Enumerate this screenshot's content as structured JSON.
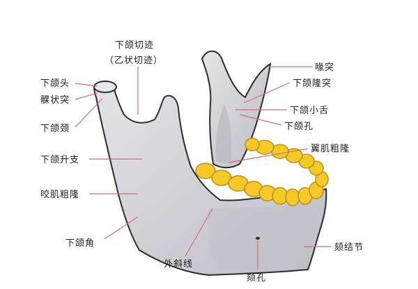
{
  "colors": {
    "bone_fill": "#d4d4d8",
    "bone_shadow": "#b9b9c0",
    "bone_stroke": "#2b2b2b",
    "teeth_fill": "#f6c929",
    "teeth_stroke": "#b8901a",
    "leader_line": "#d56a7c",
    "label_text": "#222222"
  },
  "labels": {
    "mandibular_notch": "下颌切迹",
    "mandibular_notch_alt": "（乙状切迹）",
    "condyle_head": "下颌头",
    "condylar_process": "髁状突",
    "mandible_neck": "下颌颈",
    "ramus": "下颌升支",
    "masseteric_tuberosity": "咬肌粗隆",
    "mandibular_angle": "下颌角",
    "external_oblique_line": "外斜线",
    "mental_foramen": "颏孔",
    "coronoid_process": "喙突",
    "coronoid_eminence": "下颌隆突",
    "lingula": "下颌小舌",
    "mandibular_foramen": "下颌孔",
    "pterygoid_tuberosity": "翼肌粗隆",
    "mental_tubercle": "颏结节"
  }
}
